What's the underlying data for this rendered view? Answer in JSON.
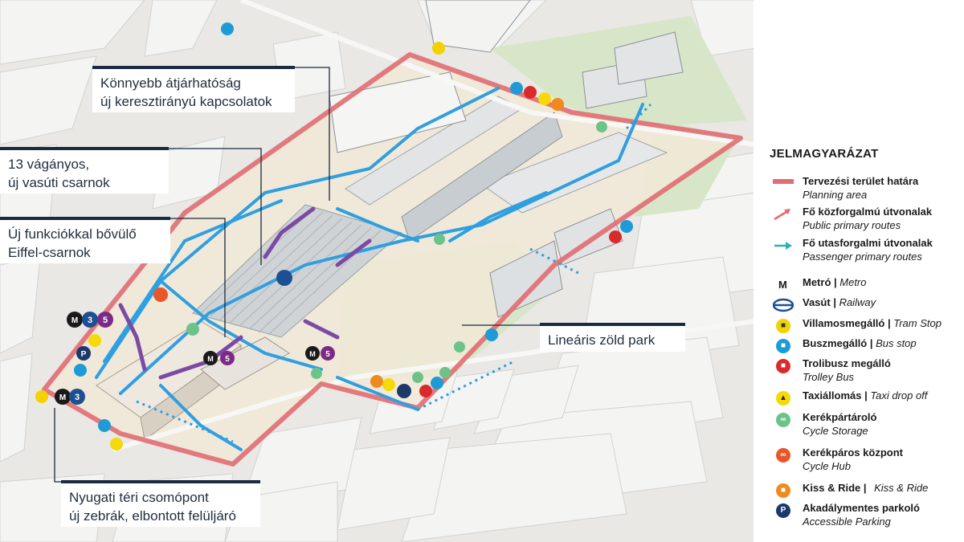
{
  "annotations": {
    "crossing": [
      "Könnyebb átjárhatóság",
      "új keresztirányú kapcsolatok"
    ],
    "tracks": [
      "13 vágányos,",
      "új vasúti csarnok"
    ],
    "eiffel": [
      "Új funkciókkal bővülő",
      "Eiffel-csarnok"
    ],
    "park": [
      "Lineáris zöld park"
    ],
    "junction": [
      "Nyugati téri csomópont",
      "új zebrák, elbontott felüljáró"
    ]
  },
  "map_labels": {
    "metro_3": "3",
    "metro_5": "5",
    "metro_m": "M",
    "parking_p": "P"
  },
  "legend": {
    "title": "JELMAGYARÁZAT",
    "items": [
      {
        "id": "planning-area",
        "name": "Tervezési terület határa",
        "en": "Planning area",
        "inline": false,
        "color": "#e06d72",
        "symbol": "line"
      },
      {
        "id": "public-routes",
        "name": "Fő közforgalmú útvonalak",
        "en": "Public primary routes",
        "inline": false,
        "color": "#e8686b",
        "symbol": "arrow"
      },
      {
        "id": "passenger-routes",
        "name": "Fő utasforgalmi útvonalak",
        "en": "Passenger primary routes",
        "inline": false,
        "color": "#2ab3b1",
        "symbol": "arrow"
      },
      {
        "id": "metro",
        "name": "Metró",
        "en": "Metro",
        "inline": true,
        "color": "#1a1a1a",
        "symbol": "metro-icon"
      },
      {
        "id": "railway",
        "name": "Vasút",
        "en": "Railway",
        "inline": true,
        "color": "#1d4f91",
        "symbol": "railway-icon"
      },
      {
        "id": "tram",
        "name": "Villamosmegálló",
        "en": "Tram Stop",
        "inline": true,
        "color": "#f2d200",
        "symbol": "tram-icon"
      },
      {
        "id": "bus",
        "name": "Buszmegálló",
        "en": "Bus stop",
        "inline": true,
        "color": "#1e9ad6",
        "symbol": "bus-icon"
      },
      {
        "id": "trolley",
        "name": "Trolibusz megálló",
        "en": "Trolley Bus",
        "inline": false,
        "color": "#d92b2b",
        "symbol": "trolley-icon"
      },
      {
        "id": "taxi",
        "name": "Taxiállomás",
        "en": "Taxi drop off",
        "inline": true,
        "color": "#f5d90a",
        "symbol": "taxi-icon"
      },
      {
        "id": "cycle-storage",
        "name": "Kerékpártároló",
        "en": "Cycle Storage",
        "inline": false,
        "color": "#6cc38a",
        "symbol": "bicycle-icon"
      },
      {
        "id": "cycle-hub",
        "name": "Kerékpáros központ",
        "en": "Cycle Hub",
        "inline": false,
        "color": "#e8572a",
        "symbol": "cycle-hub-icon"
      },
      {
        "id": "kiss-ride",
        "name": "Kiss & Ride",
        "en": "Kiss & Ride",
        "inline": true,
        "color": "#f08a1c",
        "symbol": "car-icon"
      },
      {
        "id": "accessible-parking",
        "name": "Akadálymentes parkoló",
        "en": "Accessible Parking",
        "inline": false,
        "color": "#1b3a6b",
        "symbol": "parking-icon"
      }
    ]
  },
  "colors": {
    "planning_area": "#e06d72",
    "route_blue": "#2f9fe0",
    "route_purple": "#7b4aa3",
    "park_green": "#cfe3c3",
    "callout_border": "#1b2a40"
  }
}
